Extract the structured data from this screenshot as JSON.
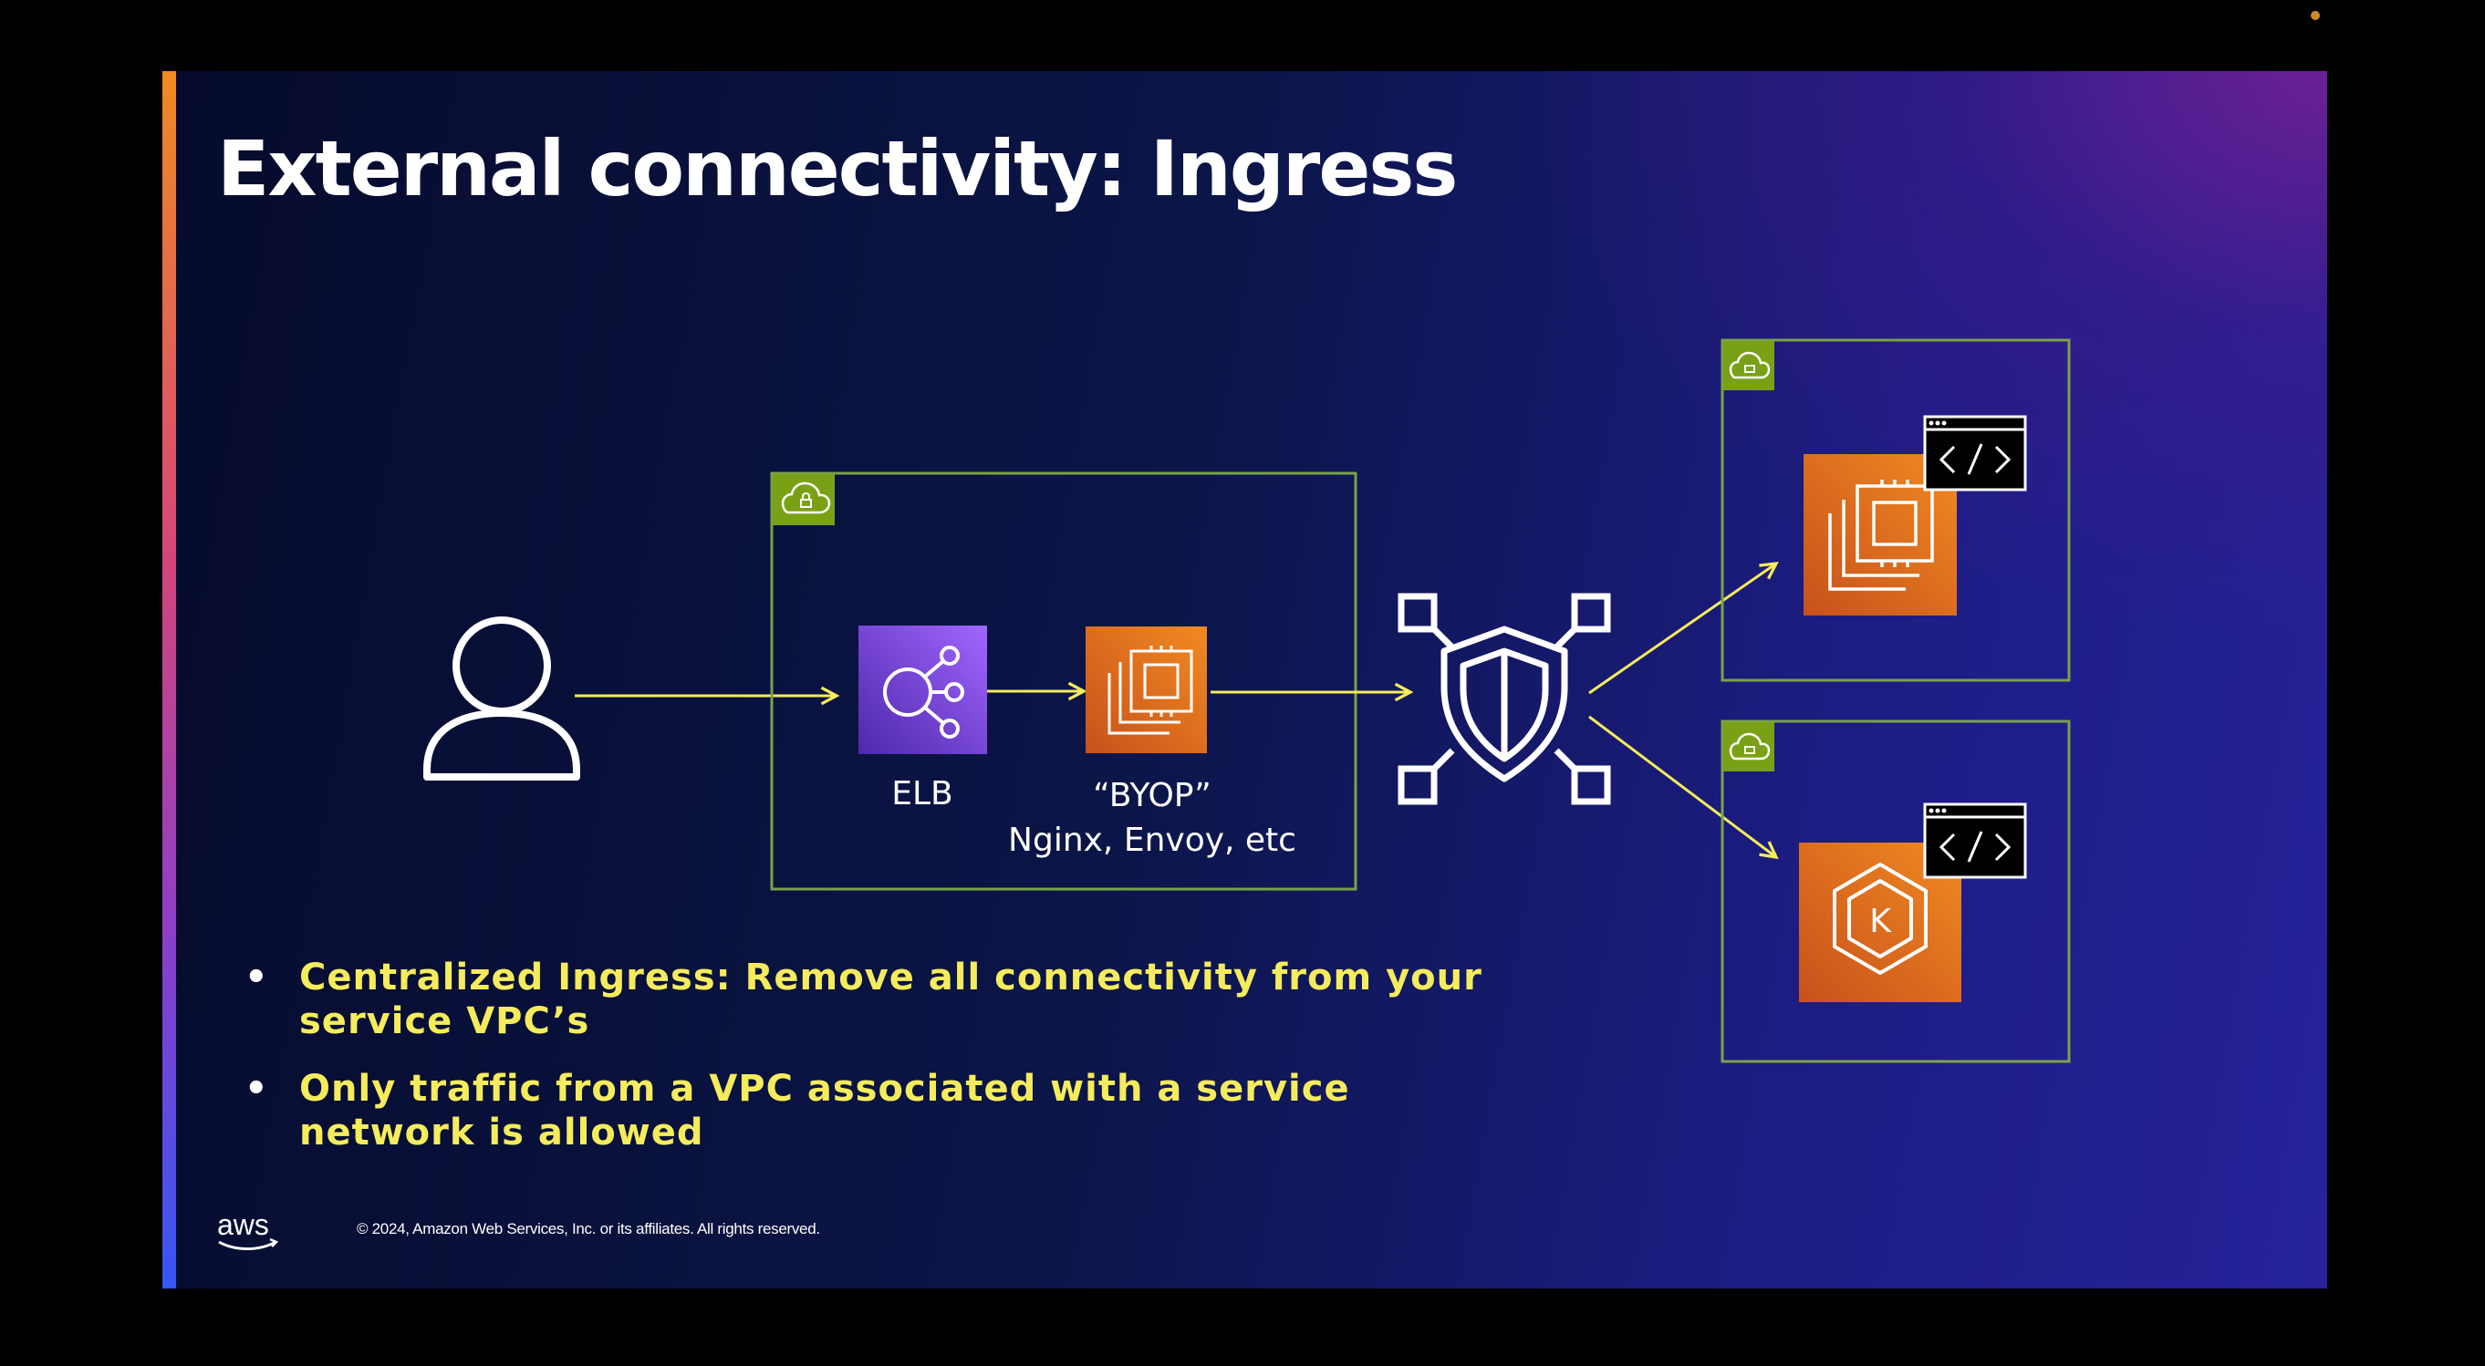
{
  "slide": {
    "title": "External connectivity: Ingress",
    "bullets": [
      "Centralized Ingress: Remove all connectivity from your service VPC’s",
      "Only traffic from a VPC associated with a service network is allowed"
    ],
    "footer": {
      "logo_text": "aws",
      "copyright": "© 2024, Amazon Web Services, Inc. or its affiliates. All rights reserved."
    }
  },
  "diagram": {
    "elb_label": "ELB",
    "byop_line1": "“BYOP”",
    "byop_line2": "Nginx, Envoy, etc",
    "icons": [
      "user-icon",
      "vpc-cloud-icon",
      "elb-icon",
      "ec2-icon",
      "service-network-icon",
      "eks-icon",
      "code-window-icon"
    ]
  },
  "colors": {
    "vpc_border": "#7aa24a",
    "vpc_badge": "#7aa116",
    "arrow": "#f4ec5c",
    "compute_orange": "#d86613",
    "elb_purple": "#8c4fff",
    "bullet_text": "#f4ec5c"
  }
}
